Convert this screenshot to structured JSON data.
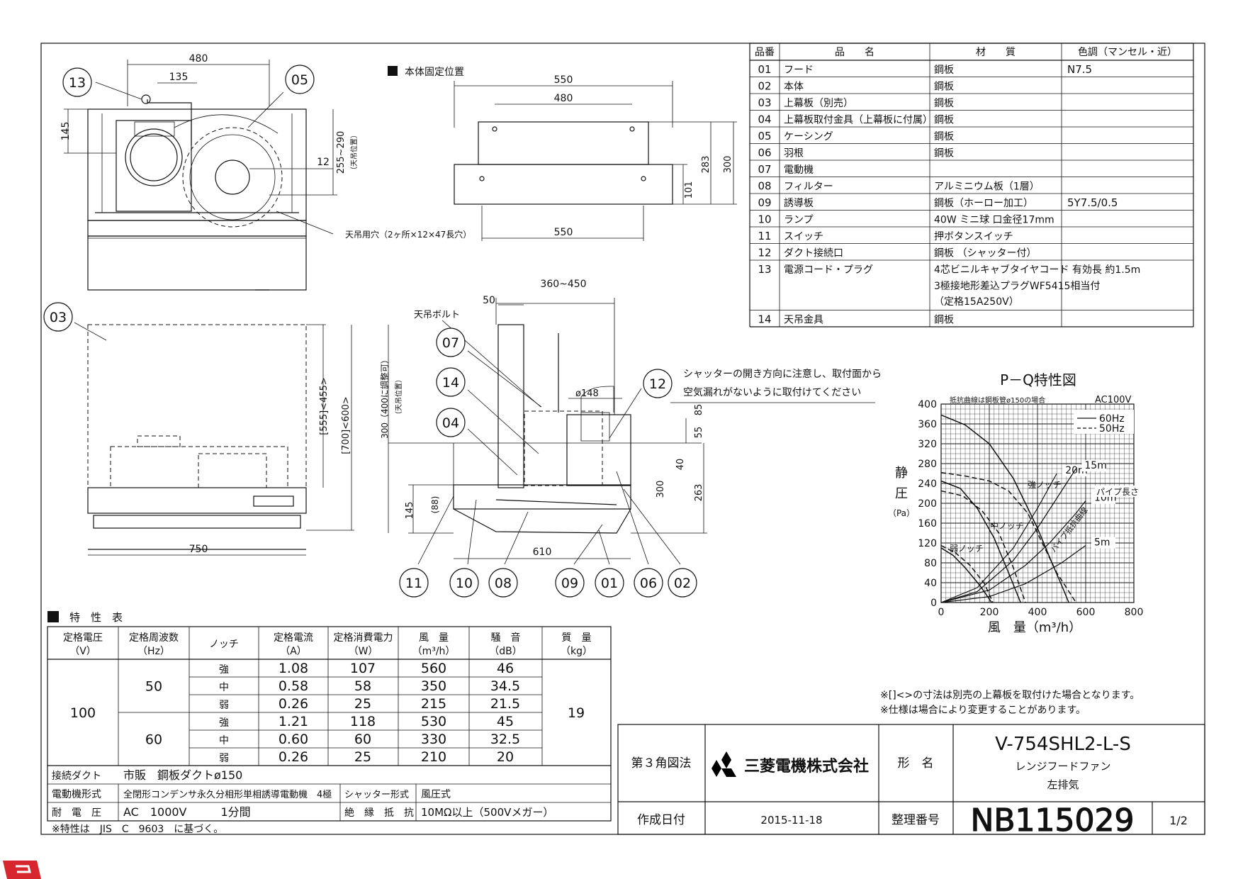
{
  "parts_table": {
    "headers": [
      "品番",
      "品　　名",
      "材　　質",
      "色調（マンセル・近）"
    ],
    "rows": [
      {
        "no": "01",
        "name": "フード",
        "material": "鋼板",
        "color": "N7.5"
      },
      {
        "no": "02",
        "name": "本体",
        "material": "鋼板",
        "color": ""
      },
      {
        "no": "03",
        "name": "上幕板（別売）",
        "material": "鋼板",
        "color": ""
      },
      {
        "no": "04",
        "name": "上幕板取付金具（上幕板に付属）",
        "material": "鋼板",
        "color": ""
      },
      {
        "no": "05",
        "name": "ケーシング",
        "material": "鋼板",
        "color": ""
      },
      {
        "no": "06",
        "name": "羽根",
        "material": "鋼板",
        "color": ""
      },
      {
        "no": "07",
        "name": "電動機",
        "material": "",
        "color": ""
      },
      {
        "no": "08",
        "name": "フィルター",
        "material": "アルミニウム板（1層）",
        "color": ""
      },
      {
        "no": "09",
        "name": "誘導板",
        "material": "鋼板（ホーロー加工）",
        "color": "5Y7.5/0.5"
      },
      {
        "no": "10",
        "name": "ランプ",
        "material": "40W ミニ球 口金径17mm",
        "color": ""
      },
      {
        "no": "11",
        "name": "スイッチ",
        "material": "押ボタンスイッチ",
        "color": ""
      },
      {
        "no": "12",
        "name": "ダクト接続口",
        "material": "鋼板 （シャッター付）",
        "color": ""
      },
      {
        "no": "13",
        "name": "電源コード・プラグ",
        "material": "4芯ビニルキャブタイヤコード 有効長 約1.5m",
        "material2": "3極接地形差込プラグWF5415相当付",
        "material3": "（定格15A250V）",
        "color": ""
      },
      {
        "no": "14",
        "name": "天吊金具",
        "material": "鋼板",
        "color": ""
      }
    ]
  },
  "drawing_labels": {
    "mount_position": "本体固定位置",
    "ceiling_hole": "天吊用穴（2ヶ所×12×47長穴）",
    "ceiling_bolt": "天吊ボルト",
    "ceiling_pos": "（天吊位置）",
    "adjustable": "300（400に調整可）",
    "shutter_note_1": "シャッターの開き方向に注意し、取付面から",
    "shutter_note_2": "空気漏れがないように取付けてください",
    "dims": {
      "d480": "480",
      "d135": "135",
      "d145": "145",
      "d12": "12",
      "d255": "255~290",
      "d550a": "550",
      "d480b": "480",
      "d550b": "550",
      "d283": "283",
      "d300a": "300",
      "d101": "101",
      "d555": "[555]<455>",
      "d700": "[700]<600>",
      "d750": "750",
      "d360": "360~450",
      "d50": "50",
      "d148": "ø148",
      "d55": "55",
      "d85": "85",
      "d40": "40",
      "d300b": "300",
      "d263": "263",
      "d145b": "145",
      "d88": "(88)",
      "d610": "610",
      "d300c": "300"
    },
    "callouts": [
      "13",
      "05",
      "03",
      "07",
      "14",
      "04",
      "12",
      "11",
      "10",
      "08",
      "09",
      "01",
      "06",
      "02"
    ]
  },
  "chart_data": {
    "type": "line",
    "title": "P－Q特性図",
    "note": "抵抗曲線は鋼板管ø150の場合",
    "supply": "AC100V",
    "xlabel": "風　量（m³/h）",
    "ylabel": "静圧(Pa)",
    "ylabel_chars": [
      "静",
      "圧"
    ],
    "yunit": "（Pa）",
    "xlim": [
      0,
      800
    ],
    "ylim": [
      0,
      400
    ],
    "xticks": [
      0,
      200,
      400,
      600,
      800
    ],
    "yticks": [
      0,
      40,
      80,
      120,
      160,
      200,
      240,
      280,
      320,
      360,
      400
    ],
    "grid": true,
    "legend": [
      {
        "label": "60Hz",
        "style": "solid"
      },
      {
        "label": "50Hz",
        "style": "dashed"
      }
    ],
    "series": [
      {
        "name": "強ノッチ",
        "freq": "60Hz",
        "points": [
          [
            0,
            378
          ],
          [
            100,
            358
          ],
          [
            200,
            320
          ],
          [
            300,
            250
          ],
          [
            400,
            150
          ],
          [
            460,
            80
          ],
          [
            500,
            35
          ],
          [
            530,
            0
          ]
        ]
      },
      {
        "name": "強ノッチ",
        "freq": "50Hz",
        "points": [
          [
            0,
            262
          ],
          [
            100,
            255
          ],
          [
            200,
            245
          ],
          [
            280,
            225
          ],
          [
            360,
            180
          ],
          [
            420,
            120
          ],
          [
            480,
            60
          ],
          [
            560,
            0
          ]
        ]
      },
      {
        "name": "中ノッチ",
        "freq": "60Hz",
        "points": [
          [
            0,
            245
          ],
          [
            80,
            230
          ],
          [
            150,
            190
          ],
          [
            220,
            130
          ],
          [
            280,
            60
          ],
          [
            330,
            0
          ]
        ]
      },
      {
        "name": "中ノッチ",
        "freq": "50Hz",
        "points": [
          [
            0,
            225
          ],
          [
            90,
            215
          ],
          [
            170,
            185
          ],
          [
            240,
            140
          ],
          [
            300,
            70
          ],
          [
            350,
            0
          ]
        ]
      },
      {
        "name": "弱ノッチ",
        "freq": "60Hz",
        "points": [
          [
            0,
            110
          ],
          [
            50,
            95
          ],
          [
            100,
            70
          ],
          [
            160,
            35
          ],
          [
            210,
            0
          ]
        ]
      },
      {
        "name": "弱ノッチ",
        "freq": "50Hz",
        "points": [
          [
            0,
            115
          ],
          [
            60,
            100
          ],
          [
            120,
            75
          ],
          [
            180,
            38
          ],
          [
            215,
            0
          ]
        ]
      }
    ],
    "resistance": {
      "label": "パイプ抵抗曲線",
      "pipe_label": "パイプ長さ",
      "curves": [
        {
          "name": "20m",
          "points": [
            [
              0,
              0
            ],
            [
              150,
              30
            ],
            [
              300,
              110
            ],
            [
              400,
              190
            ],
            [
              480,
              260
            ]
          ]
        },
        {
          "name": "15m",
          "points": [
            [
              0,
              0
            ],
            [
              150,
              22
            ],
            [
              300,
              85
            ],
            [
              400,
              150
            ],
            [
              500,
              225
            ],
            [
              560,
              270
            ]
          ]
        },
        {
          "name": "10m",
          "points": [
            [
              0,
              0
            ],
            [
              200,
              25
            ],
            [
              350,
              75
            ],
            [
              450,
              120
            ],
            [
              560,
              180
            ],
            [
              600,
              205
            ]
          ]
        },
        {
          "name": "5m",
          "points": [
            [
              0,
              0
            ],
            [
              200,
              12
            ],
            [
              350,
              38
            ],
            [
              500,
              80
            ],
            [
              600,
              115
            ]
          ]
        }
      ]
    },
    "annotations": {
      "strong": "強ノッチ",
      "medium": "中ノッチ",
      "weak": "弱ノッチ"
    }
  },
  "spec_table": {
    "title": "特　性　表",
    "headers": [
      "定格電圧\n（V）",
      "定格周波数\n（Hz）",
      "ノッチ",
      "定格電流\n（A）",
      "定格消費電力\n（W）",
      "風　量\n（m³/h）",
      "騒　音\n（dB）",
      "質　量\n（kg）"
    ],
    "h1": [
      "定格電圧",
      "定格周波数",
      "ノッチ",
      "定格電流",
      "定格消費電力",
      "風　量",
      "騒　音",
      "質　量"
    ],
    "h2": [
      "（V）",
      "（Hz）",
      "",
      "（A）",
      "（W）",
      "（m³/h）",
      "（dB）",
      "（kg）"
    ],
    "voltage": "100",
    "mass": "19",
    "groups": [
      {
        "freq": "50",
        "rows": [
          {
            "notch": "強",
            "current": "1.08",
            "power": "107",
            "air": "560",
            "noise": "46"
          },
          {
            "notch": "中",
            "current": "0.58",
            "power": "58",
            "air": "350",
            "noise": "34.5"
          },
          {
            "notch": "弱",
            "current": "0.26",
            "power": "25",
            "air": "215",
            "noise": "21.5"
          }
        ]
      },
      {
        "freq": "60",
        "rows": [
          {
            "notch": "強",
            "current": "1.21",
            "power": "118",
            "air": "530",
            "noise": "45"
          },
          {
            "notch": "中",
            "current": "0.60",
            "power": "60",
            "air": "330",
            "noise": "32.5"
          },
          {
            "notch": "弱",
            "current": "0.26",
            "power": "25",
            "air": "210",
            "noise": "20"
          }
        ]
      }
    ],
    "duct_label": "接続ダクト",
    "duct_value": "市販　鋼板ダクトø150",
    "motor_label": "電動機形式",
    "motor_value": "全閉形コンデンサ永久分相形単相誘導電動機　4極",
    "shutter_label": "シャッター形式",
    "shutter_value": "風圧式",
    "withstand_label": "耐　電　圧",
    "withstand_value": "AC　1000V　　　1分間",
    "insulation_label": "絶　縁　抵　抗",
    "insulation_value": "10MΩ以上（500Vメガー）",
    "standard_note": "※特性は　JIS　C　9603　に基づく。"
  },
  "notes": [
    "※[]<>の寸法は別売の上幕板を取付けた場合となります。",
    "※仕様は場合により変更することがあります。"
  ],
  "title_block": {
    "projection": "第３角図法",
    "company": "三菱電機株式会社",
    "model_label": "形　名",
    "model": "V-754SHL2-L-S",
    "product": "レンジフードファン",
    "exhaust": "左排気",
    "date_label": "作成日付",
    "date": "2015-11-18",
    "ref_label": "整理番号",
    "ref_no": "NB115029",
    "page": "1/2"
  },
  "colors": {
    "line": "#111111",
    "logo": "#d8262e",
    "mitsubishi": "#000000"
  }
}
